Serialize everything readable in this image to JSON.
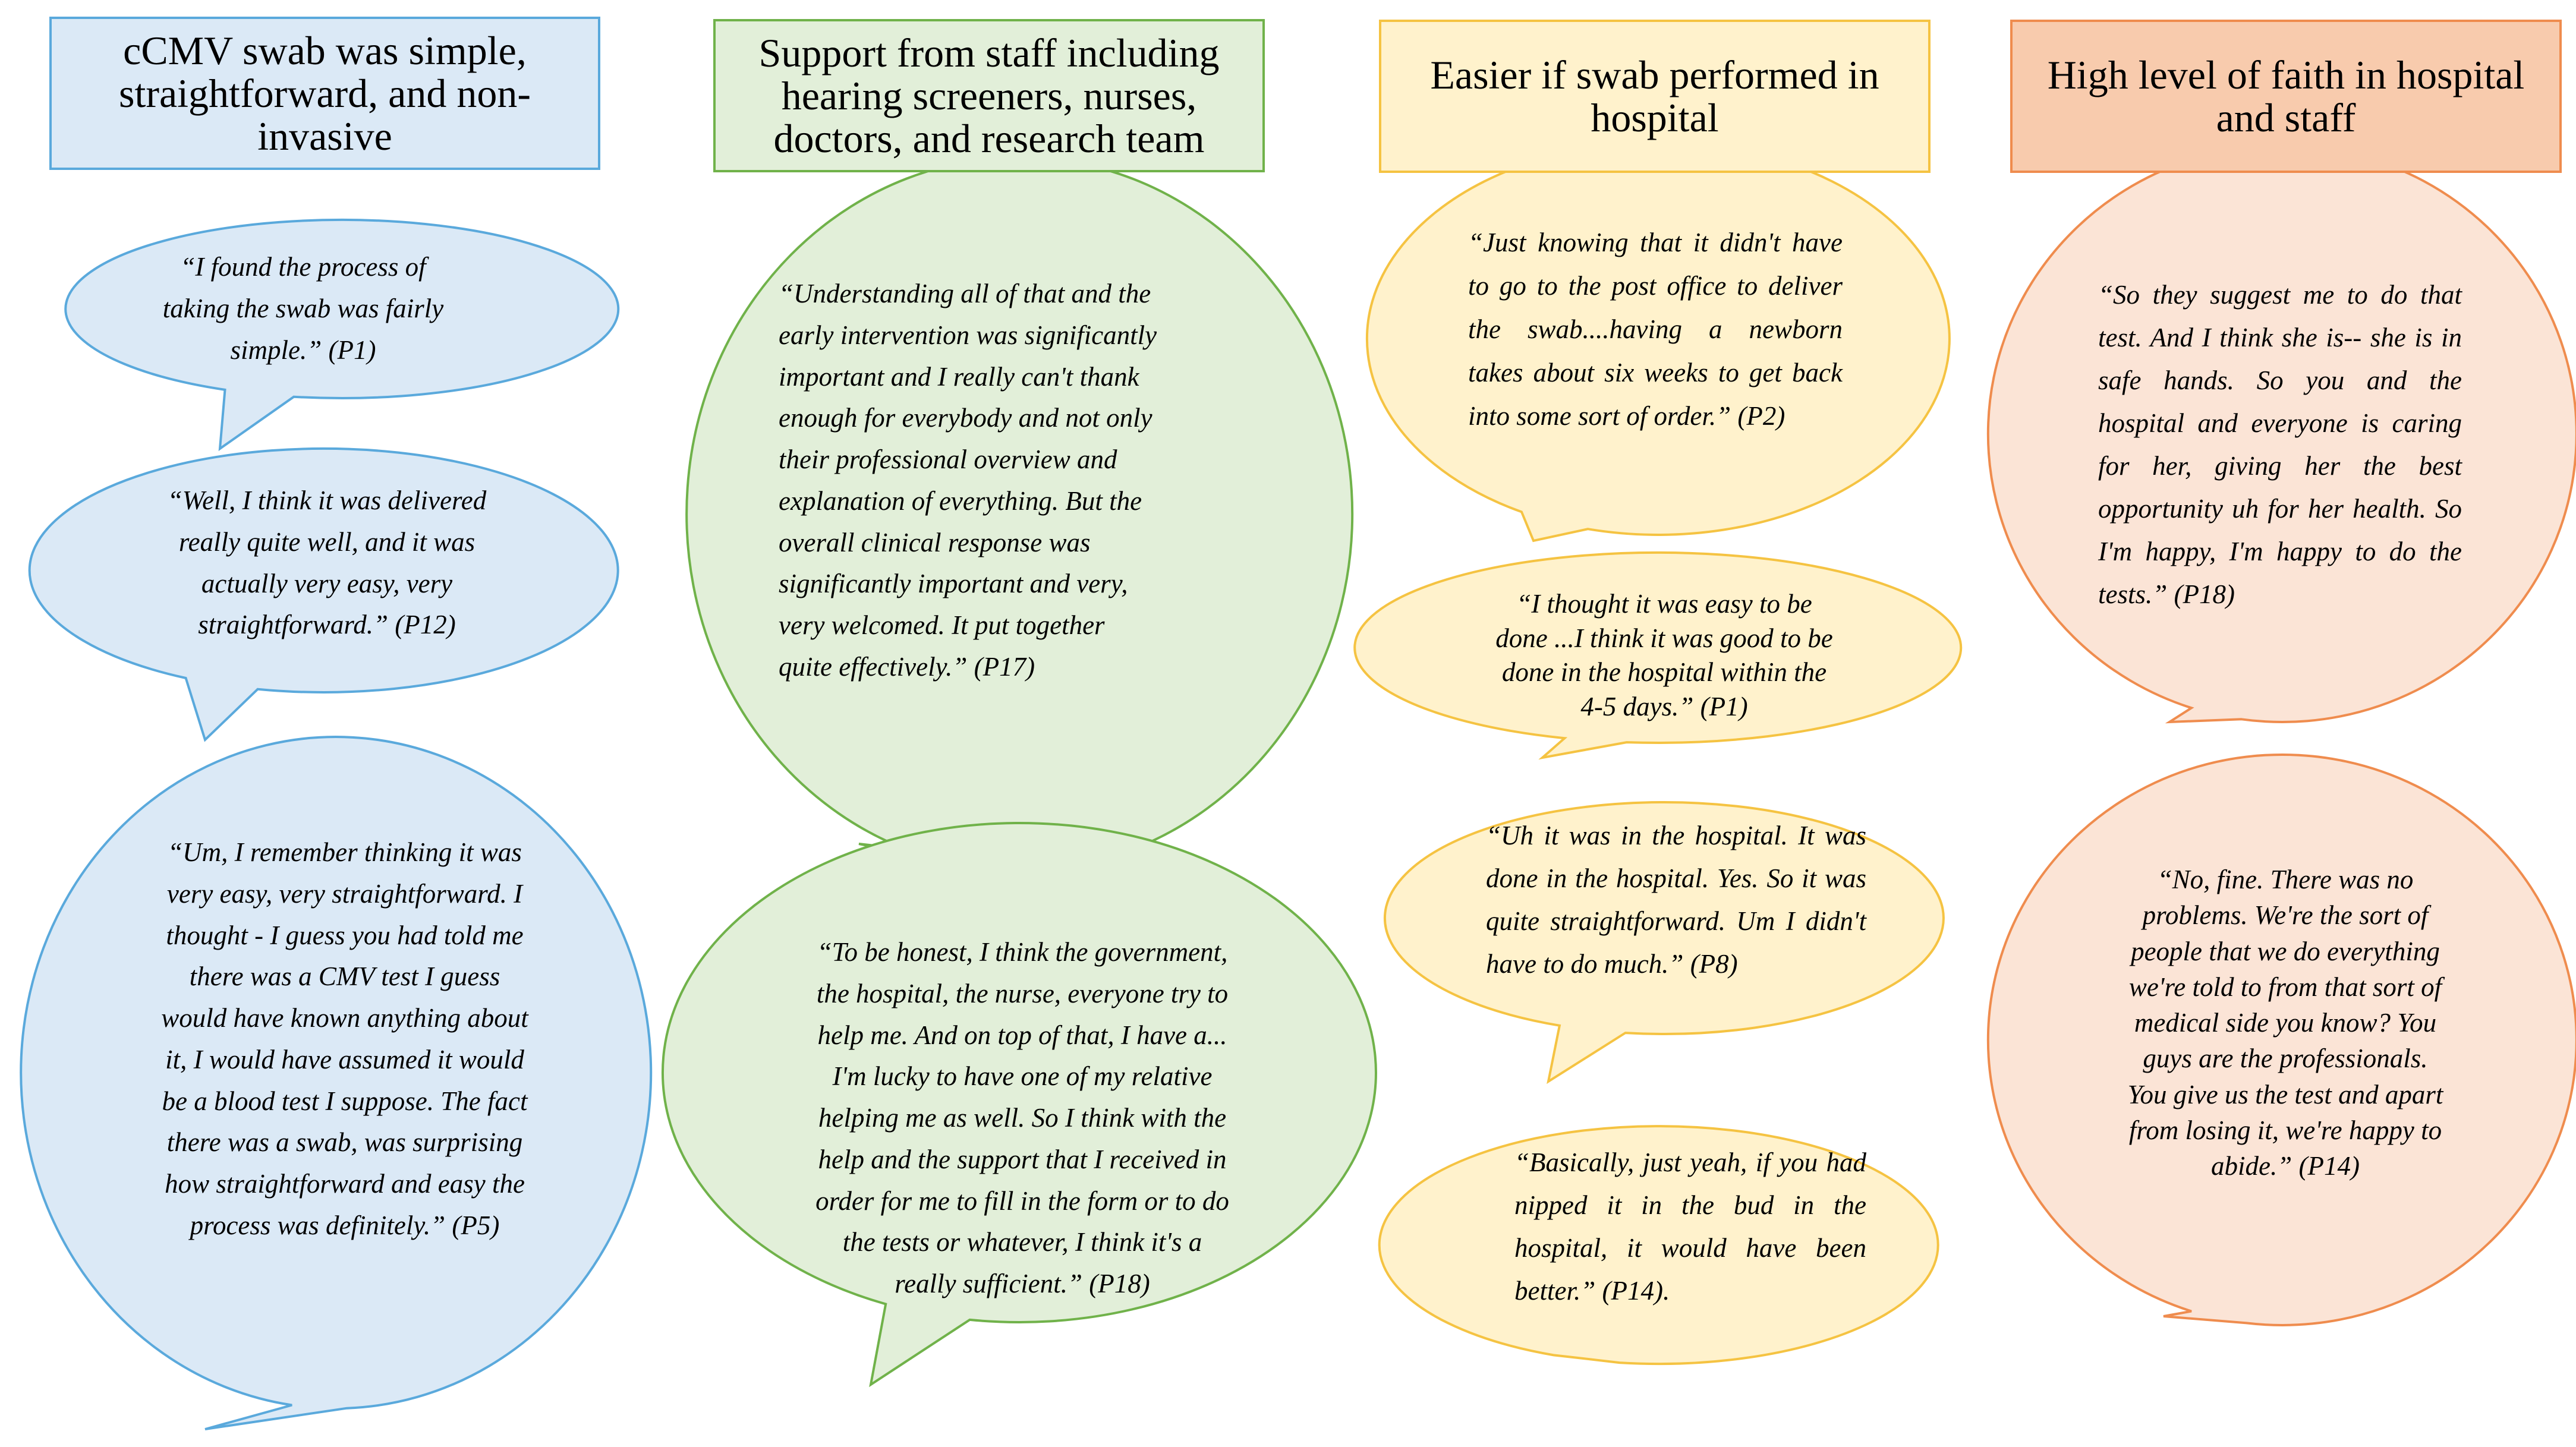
{
  "columns": [
    {
      "header": "cCMV swab was simple, straightforward, and non-invasive",
      "fill": "#dbe9f6",
      "border": "#5aa9dc",
      "quotes": [
        "“I found the process of\ntaking the swab was fairly\nsimple.” (P1)",
        "“Well, I think it was delivered\nreally quite well, and it was\nactually very easy, very\nstraightforward.” (P12)",
        "“Um, I remember thinking it was\nvery easy, very straightforward. I\nthought - I guess you had told me\nthere was a CMV test I guess\nwould have known anything about\nit, I would have assumed it would\nbe a blood test I suppose. The fact\nthere was a swab, was surprising\nhow straightforward and easy the\nprocess was definitely.” (P5)"
      ]
    },
    {
      "header": "Support from staff including hearing screeners, nurses, doctors, and research team",
      "fill": "#e2efd9",
      "border": "#70b24a",
      "quotes": [
        "“Understanding all of that and the\nearly intervention was significantly\nimportant and I really can't thank\nenough for everybody and not only\ntheir professional overview and\nexplanation of everything. But the\noverall clinical response was\nsignificantly important and very,\nvery welcomed. It put together\nquite effectively.” (P17)",
        "“To be honest, I think the government,\nthe hospital, the nurse, everyone try to\nhelp me. And on top of that, I have a...\nI'm lucky to have one of my relative\nhelping me as well. So I think with the\nhelp and the support that I received in\norder for me to fill in the form or to do\nthe tests or whatever, I think it's a\nreally sufficient.” (P18)"
      ]
    },
    {
      "header": "Easier if swab performed in hospital",
      "fill": "#fff2cc",
      "border": "#f5c342",
      "quotes": [
        "“Just knowing that it didn't have to go to the post office to deliver the swab....having a newborn takes about six weeks to get back into some sort of order.” (P2)",
        "“I thought it was easy to be\ndone ...I think it was good to be\ndone in the hospital within the\n4-5 days.” (P1)",
        "“Uh it was in the hospital. It was done in the hospital. Yes. So it was quite straightforward. Um I didn't have to do much.” (P8)",
        "“Basically, just yeah, if you had nipped it in the bud in the hospital, it would have been better.” (P14)."
      ]
    },
    {
      "header": "High level of faith in hospital and staff",
      "fill": "#fbe4d6",
      "border": "#ef8c4e",
      "header_fill": "#f8cbad",
      "quotes": [
        "“So they suggest me to do that test. And I think she is-- she is in safe hands. So you and the hospital and everyone is caring for her, giving her the best opportunity uh for her health. So I'm happy, I'm happy to do the tests.” (P18)",
        "“No, fine. There was no\nproblems. We're the sort of\npeople that we do everything\nwe're told to from that sort of\nmedical side you know? You\nguys are the professionals.\nYou give us the test and apart\nfrom losing it, we're happy to\nabide.” (P14)"
      ]
    }
  ]
}
